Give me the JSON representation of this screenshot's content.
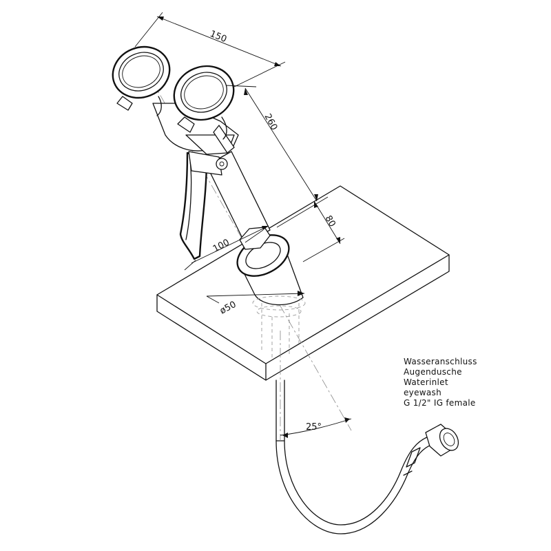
{
  "dimensions": {
    "width_top": "150",
    "length": "260",
    "height": "80",
    "depth": "100",
    "diameter": "ø50",
    "angle": "25°"
  },
  "note": {
    "lines": [
      "Wasseranschluss",
      "Augendusche",
      "Waterinlet",
      "eyewash",
      "G 1/2\" IG female"
    ]
  }
}
